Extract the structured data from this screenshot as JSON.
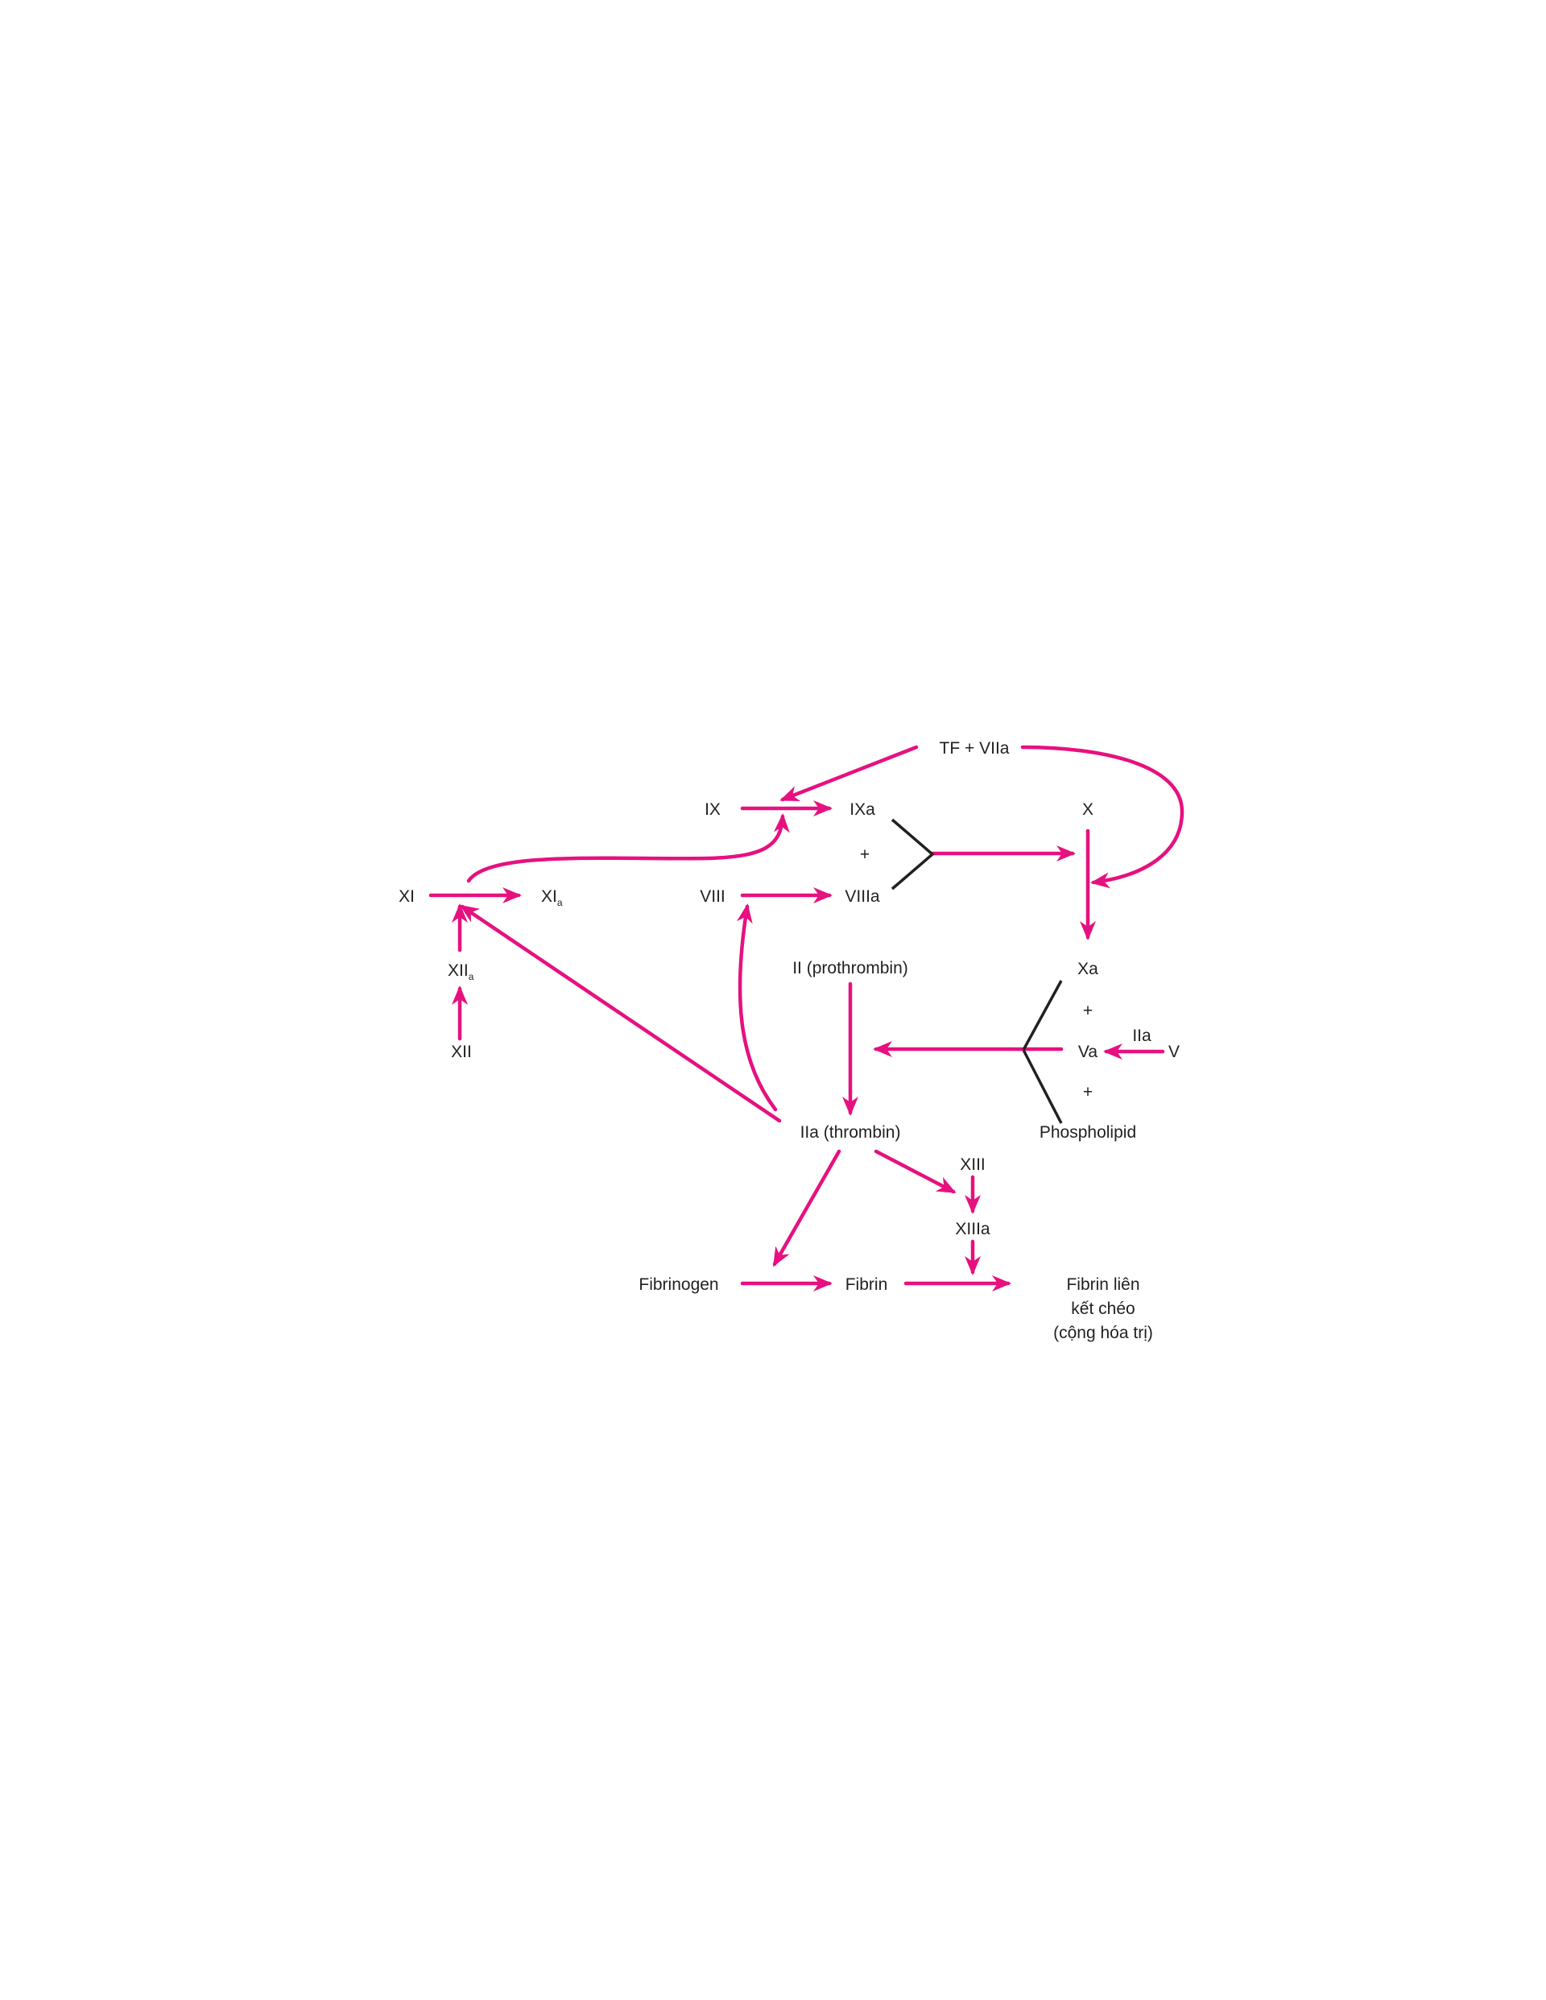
{
  "colors": {
    "arrow": "#e6117f",
    "join": "#231f20",
    "text": "#231f20",
    "background": "#ffffff"
  },
  "labels": {
    "tf_viia": "TF + VIIa",
    "ix": "IX",
    "ixa": "IXa",
    "plus_ix_viii": "+",
    "viii": "VIII",
    "viiia": "VIIIa",
    "x": "X",
    "xa": "Xa",
    "plus_xa_va": "+",
    "va": "Va",
    "plus_va_phospholipid": "+",
    "phospholipid": "Phospholipid",
    "iia_small": "IIa",
    "v": "V",
    "xi": "XI",
    "xia_main": "XI",
    "xia_sub": "a",
    "xiia_main": "XII",
    "xiia_sub": "a",
    "xii": "XII",
    "ii_prothrombin": "II (prothrombin)",
    "iia_thrombin": "IIa (thrombin)",
    "xiii": "XIII",
    "xiiia": "XIIIa",
    "fibrinogen": "Fibrinogen",
    "fibrin": "Fibrin",
    "crosslinked_line1": "Fibrin liên",
    "crosslinked_line2": "kết chéo",
    "crosslinked_line3": "(cộng hóa trị)"
  }
}
